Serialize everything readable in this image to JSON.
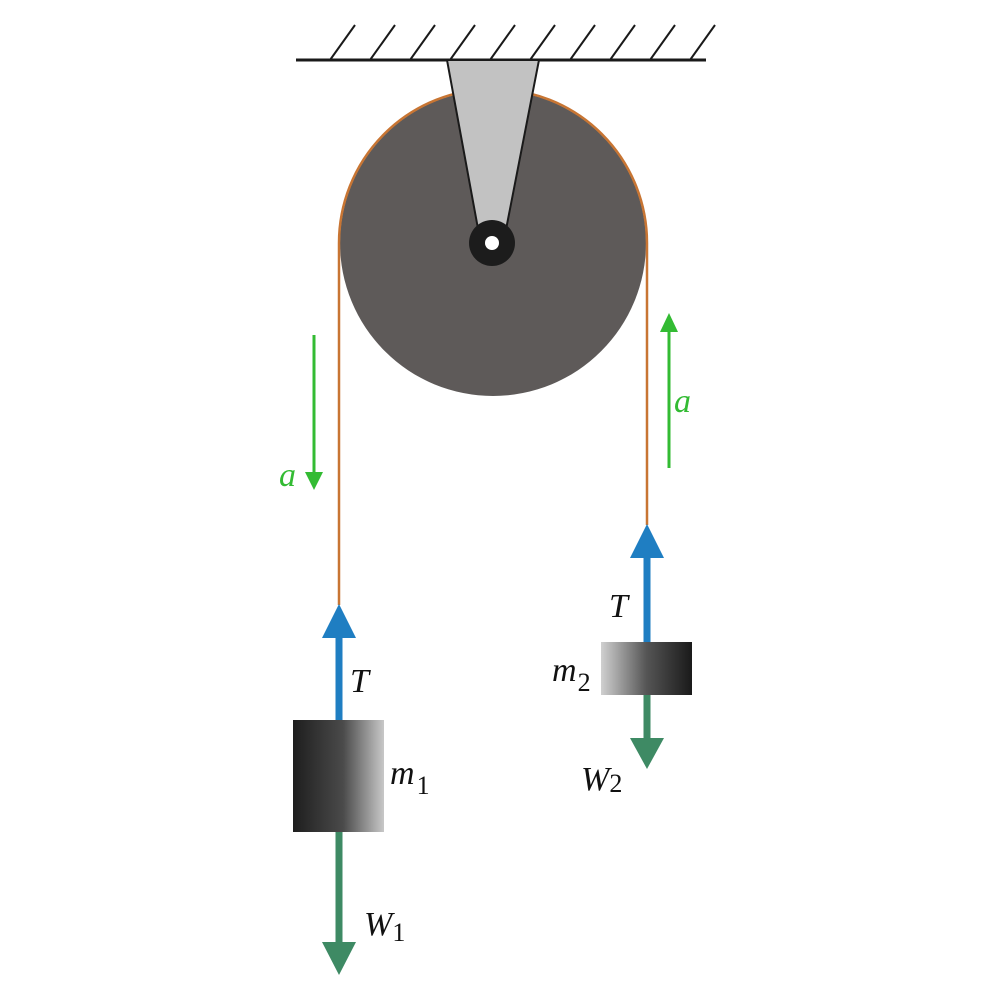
{
  "colors": {
    "ceiling": "#1a1a1a",
    "pulley": "#5e5a59",
    "bracket": "#c2c2c2",
    "axle": "#1c1c1c",
    "rope": "#c87533",
    "tension_arrow": "#1f7ec2",
    "weight_arrow": "#3e8a64",
    "acceleration_arrow": "#33bb33"
  },
  "labels": {
    "left_accel": "a",
    "right_accel": "a",
    "left_tension": "T",
    "right_tension": "T",
    "mass1": "m",
    "mass1_sub": "1",
    "mass2": "m",
    "mass2_sub": "2",
    "weight1": "W",
    "weight1_sub": "1",
    "weight2": "W",
    "weight2_sub": "2"
  }
}
